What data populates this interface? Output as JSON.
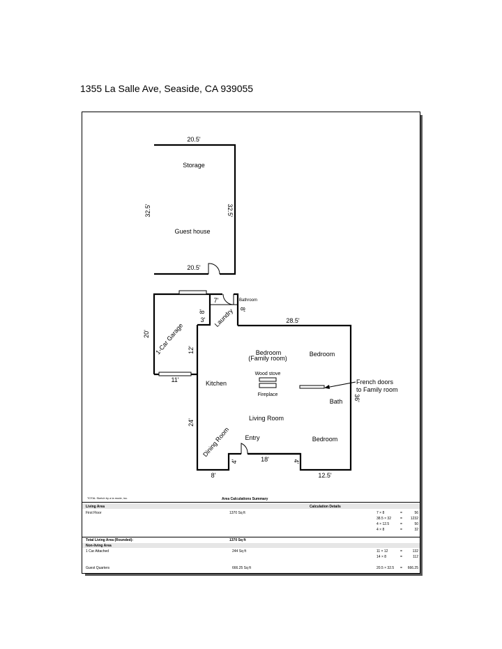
{
  "address": "1355 La Salle Ave, Seaside, CA 939055",
  "plan": {
    "guest_house": {
      "top_dim": "20.5'",
      "bottom_dim": "20.5'",
      "left_dim": "32.5'",
      "right_dim": "32.5'",
      "storage": "Storage",
      "guest_house": "Guest house"
    },
    "garage": {
      "label": "1-Car Garage",
      "left_dim": "20'",
      "bottom_dim": "11'",
      "right_dim": "12'"
    },
    "bathroom": "Bathroom",
    "laundry": "Laundry",
    "dim_7": "7'",
    "dim_8a": "8'",
    "dim_8b": "8'",
    "dim_3": "3'",
    "dim_28_5": "28.5'",
    "dim_36": "36'",
    "dim_24": "24'",
    "dim_8c": "8'",
    "dim_18": "18'",
    "dim_4a": "4'",
    "dim_4b": "4'",
    "dim_12_5": "12.5'",
    "bedroom_family": "Bedroom",
    "family_room": "(Family room)",
    "bedroom_ne": "Bedroom",
    "bedroom_se": "Bedroom",
    "kitchen": "Kitchen",
    "wood_stove": "Wood stove",
    "fireplace": "Fireplace",
    "french_doors_1": "French doors",
    "french_doors_2": "to Family room",
    "bath": "Bath",
    "living_room": "Living Room",
    "dining_room": "Dining Room",
    "entry": "Entry"
  },
  "footer": {
    "credit": "TOTAL Sketch by a la mode, inc.",
    "title": "Area Calculations Summary",
    "living_area_header": "Living Area",
    "calc_details_header": "Calculation Details",
    "first_floor": "First Floor",
    "first_floor_area": "1370 Sq ft",
    "first_floor_calcs": [
      {
        "expr": "7 × 8",
        "eq": "=",
        "val": "56"
      },
      {
        "expr": "38.5 × 32",
        "eq": "=",
        "val": "1232"
      },
      {
        "expr": "4 × 12.5",
        "eq": "=",
        "val": "50"
      },
      {
        "expr": "4 × 8",
        "eq": "=",
        "val": "32"
      }
    ],
    "total_living_label": "Total Living Area (Rounded):",
    "total_living_value": "1370 Sq ft",
    "non_living_header": "Non-living Area",
    "car_attached": "1 Car Attached",
    "car_area": "244 Sq ft",
    "car_calcs": [
      {
        "expr": "11 × 12",
        "eq": "=",
        "val": "132"
      },
      {
        "expr": "14 × 8",
        "eq": "=",
        "val": "112"
      }
    ],
    "guest_quarters": "Guest Quarters",
    "guest_area": "666.25 Sq ft",
    "guest_calc": {
      "expr": "20.5 × 32.5",
      "eq": "=",
      "val": "666.25"
    }
  }
}
